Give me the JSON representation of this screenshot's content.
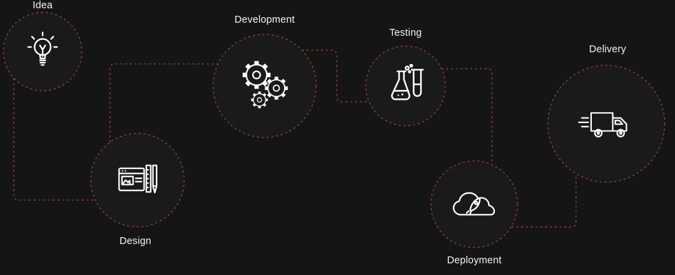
{
  "diagram_type": "software-process-flow",
  "stages": [
    {
      "id": "idea",
      "label": "Idea",
      "icon": "lightbulb-icon"
    },
    {
      "id": "design",
      "label": "Design",
      "icon": "design-tools-icon"
    },
    {
      "id": "development",
      "label": "Development",
      "icon": "gears-icon"
    },
    {
      "id": "testing",
      "label": "Testing",
      "icon": "lab-flask-icon"
    },
    {
      "id": "deployment",
      "label": "Deployment",
      "icon": "cloud-rocket-icon"
    },
    {
      "id": "delivery",
      "label": "Delivery",
      "icon": "delivery-truck-icon"
    }
  ],
  "colors": {
    "background": "#151515",
    "accent": "#c4512a",
    "icon": "#ffffff",
    "label": "#f5f5f5"
  }
}
